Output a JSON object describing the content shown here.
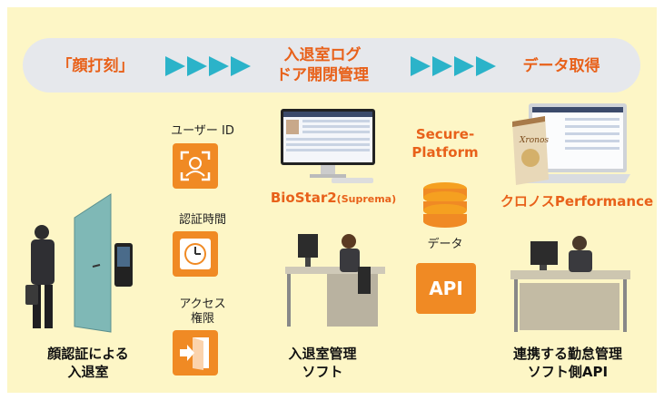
{
  "flow": {
    "step1": "「顔打刻」",
    "step2_line1": "入退室ログ",
    "step2_line2": "ドア開閉管理",
    "step3": "データ取得"
  },
  "left": {
    "caption_line1": "顔認証による",
    "caption_line2": "入退室"
  },
  "icons": {
    "user_id": "ユーザー ID",
    "auth_time": "認証時間",
    "access_line1": "アクセス",
    "access_line2": "権限"
  },
  "middle": {
    "product_main": "BioStar2",
    "product_sub": "(Suprema)",
    "caption_line1": "入退室管理",
    "caption_line2": "ソフト"
  },
  "connector": {
    "platform_line1": "Secure-",
    "platform_line2": "Platform",
    "data_label": "データ",
    "api_label": "API"
  },
  "right": {
    "product": "クロノスPerformance",
    "box_brand": "Xronos",
    "caption_line1": "連携する勤怠管理",
    "caption_line2": "ソフト側API"
  },
  "colors": {
    "accent_orange": "#e8611a",
    "icon_orange": "#f08a24",
    "arrow_teal": "#2bb3c9",
    "panel_yellow": "#fdf6c6",
    "band_gray": "#e6e8ec"
  }
}
